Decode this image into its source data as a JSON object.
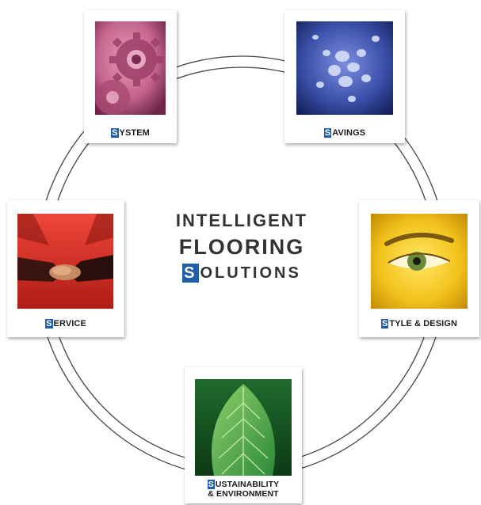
{
  "center": {
    "line1": "INTELLIGENT",
    "line2": "FLOORING",
    "line3_initial": "S",
    "line3_rest": "OLUTIONS"
  },
  "cards": {
    "system": {
      "initial": "S",
      "rest": "YSTEM",
      "image_icon": "gears-icon"
    },
    "savings": {
      "initial": "S",
      "rest": "AVINGS",
      "image_icon": "coins-icon"
    },
    "service": {
      "initial": "S",
      "rest": "ERVICE",
      "image_icon": "handshake-icon"
    },
    "style": {
      "initial": "S",
      "rest": "TYLE & DESIGN",
      "image_icon": "eye-icon"
    },
    "sustain": {
      "initial": "S",
      "rest": "USTAINABILITY",
      "line2": "& ENVIRONMENT",
      "image_icon": "leaf-icon"
    }
  },
  "colors": {
    "accent": "#1f5fa8",
    "ring": "#444444",
    "system_photo": "#c4648c",
    "savings_photo": "#3a4fa8",
    "service_photo": "#d42a1f",
    "style_photo": "#f2c21b",
    "sustain_photo": "#2d8a3a"
  }
}
